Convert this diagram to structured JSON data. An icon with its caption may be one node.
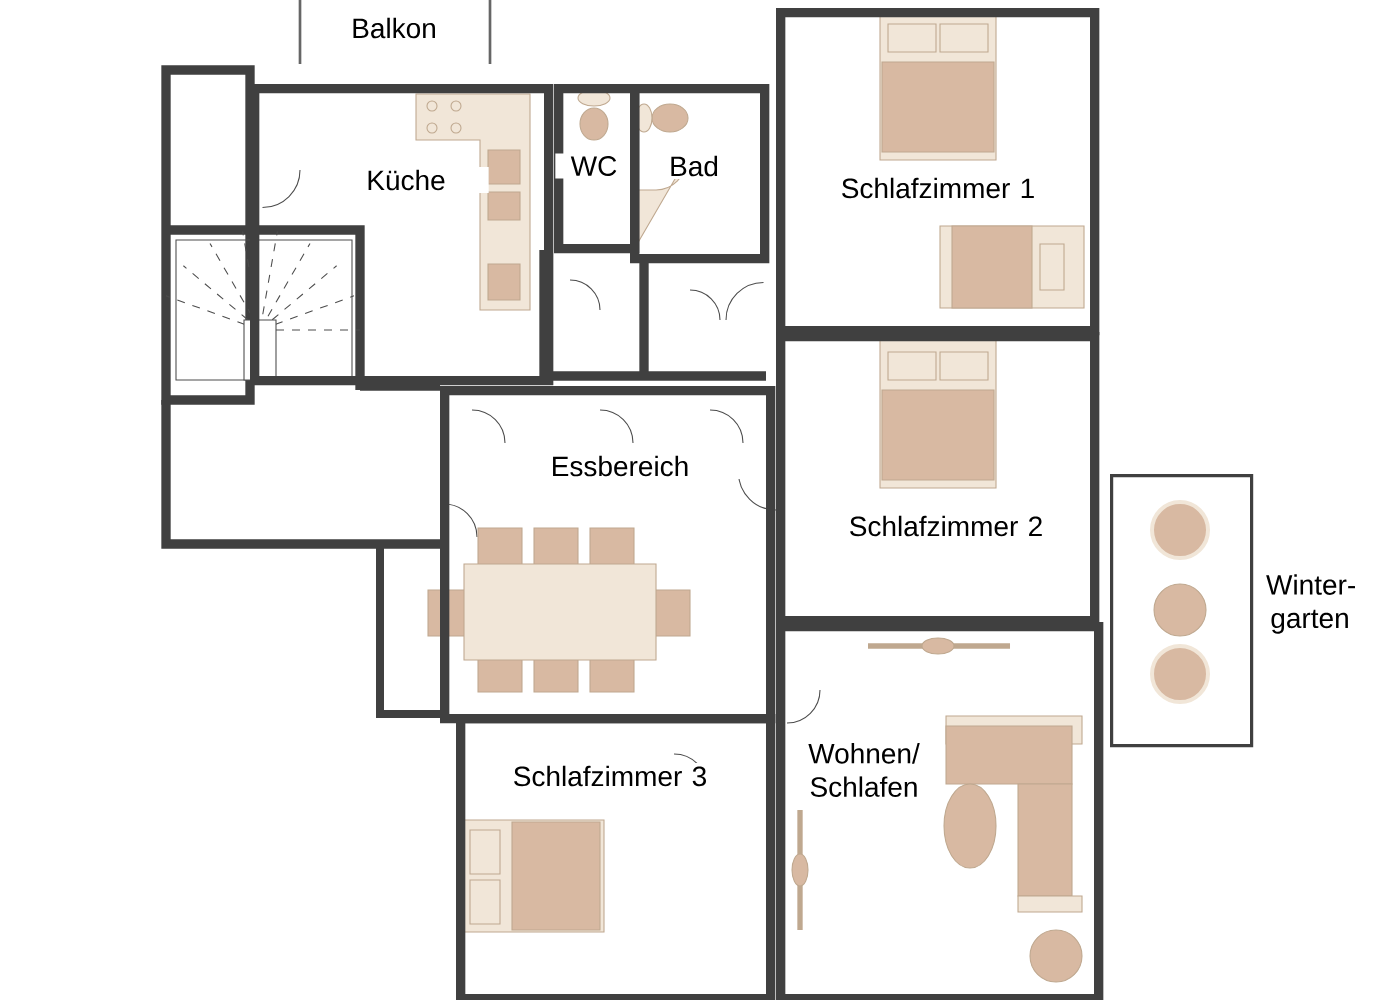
{
  "diagram": {
    "nodes": [
      {
        "text": [
          "Balkon"
        ]
      },
      {
        "text": [
          "Küche"
        ]
      },
      {
        "text": [
          "WC"
        ]
      },
      {
        "text": [
          "Bad"
        ]
      },
      {
        "text": [
          "Schlafzimmer 1"
        ]
      },
      {
        "text": [
          "Essbereich"
        ]
      },
      {
        "text": [
          "Schlafzimmer 2"
        ]
      },
      {
        "text": [
          "Winter-garten"
        ]
      },
      {
        "text": [
          "Schlafzimmer 3"
        ]
      },
      {
        "text": [
          "Wohnen/ Schlafen"
        ]
      }
    ]
  }
}
